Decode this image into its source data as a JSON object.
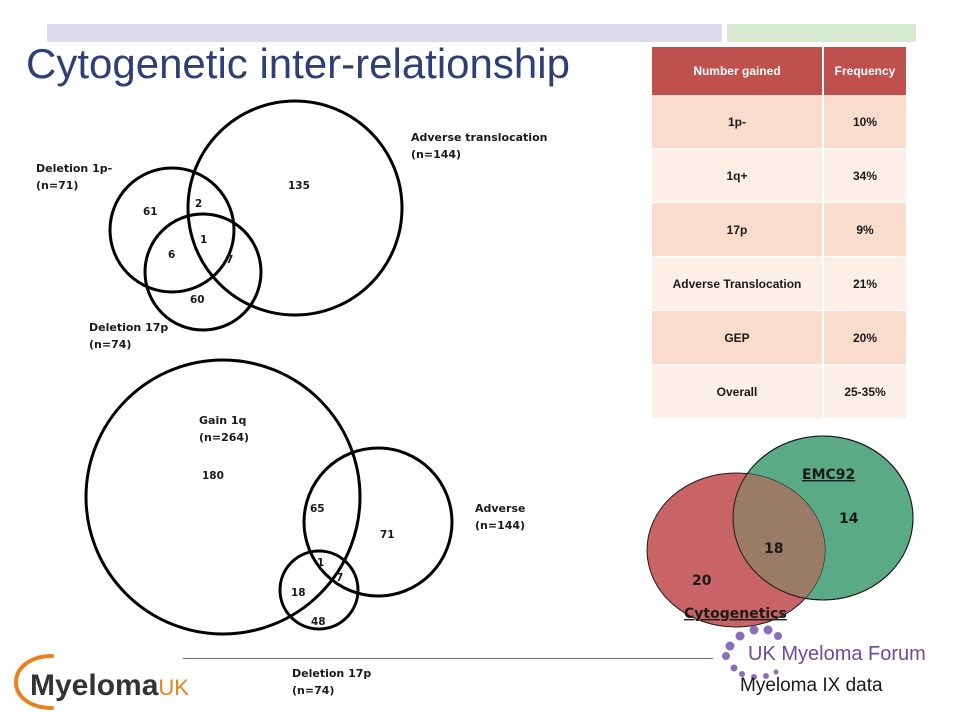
{
  "slide": {
    "title": "Cytogenetic inter-relationship"
  },
  "venn_top": {
    "sets": [
      {
        "name": "Deletion 1p-",
        "n": "(n=71)"
      },
      {
        "name": "Adverse translocation",
        "n": "(n=144)"
      },
      {
        "name": "Deletion 17p",
        "n": "(n=74)"
      }
    ],
    "regions": {
      "del1p_only": "61",
      "adverse_only": "135",
      "del1p_adverse": "2",
      "del1p_del17p": "6",
      "all_three": "1",
      "adverse_del17p": "7",
      "del17p_only": "60"
    }
  },
  "venn_bottom": {
    "sets": [
      {
        "name": "Gain 1q",
        "n": "(n=264)"
      },
      {
        "name": "Adverse",
        "n": "(n=144)"
      },
      {
        "name": "Deletion 17p",
        "n": "(n=74)"
      }
    ],
    "regions": {
      "gain1q_only": "180",
      "gain1q_adverse": "65",
      "adverse_only": "71",
      "all_three": "1",
      "adverse_del17p": "7",
      "gain1q_del17p": "18",
      "del17p_only": "48"
    }
  },
  "frequency_table": {
    "headers": [
      "Number gained",
      "Frequency"
    ],
    "rows": [
      {
        "label": "1p-",
        "value": "10%"
      },
      {
        "label": "1q+",
        "value": "34%"
      },
      {
        "label": "17p",
        "value": "9%"
      },
      {
        "label": "Adverse Translocation",
        "value": "21%"
      },
      {
        "label": "GEP",
        "value": "20%"
      },
      {
        "label": "Overall",
        "value": "25-35%"
      }
    ]
  },
  "venn_emc": {
    "labels": {
      "emc": "EMC92",
      "cyto": "Cytogenetics"
    },
    "values": {
      "emc_only": "14",
      "overlap": "18",
      "cyto_only": "20"
    },
    "colors": {
      "emc": "#5aab85",
      "cyto": "#c96466",
      "overlap": "#9a7b66"
    }
  },
  "footer": {
    "logo_main": "Myeloma",
    "logo_suffix": "UK",
    "forum": "UK Myeloma Forum",
    "data_source": "Myeloma IX data"
  },
  "colors": {
    "title": "#2e3f78",
    "table_header": "#c0504d",
    "table_odd": "#f9dccb",
    "table_even": "#fcefe7",
    "logo_orange": "#e8821e",
    "forum_purple": "#6a4c9c"
  }
}
